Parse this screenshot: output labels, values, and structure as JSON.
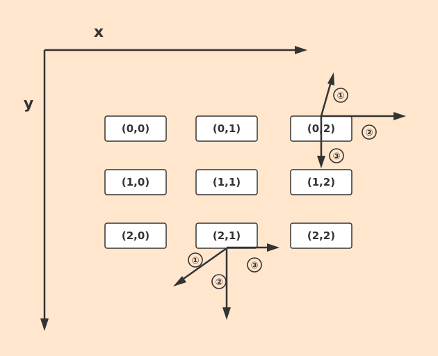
{
  "axes": {
    "x_label": "x",
    "y_label": "y"
  },
  "grid": [
    [
      "(0,0)",
      "(0,1)",
      "(0,2)"
    ],
    [
      "(1,0)",
      "(1,1)",
      "(1,2)"
    ],
    [
      "(2,0)",
      "(2,1)",
      "(2,2)"
    ]
  ],
  "markers": [
    "①",
    "②",
    "③"
  ],
  "colors": {
    "background": "#ffe6cc",
    "stroke": "#333333",
    "box_fill": "#ffffff"
  }
}
